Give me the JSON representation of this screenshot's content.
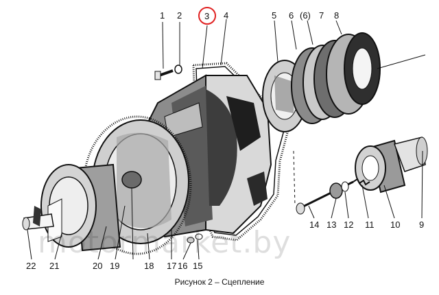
{
  "caption": "Рисунок 2 – Сцепление",
  "watermark": "motormarket.by",
  "highlight_color": "#e02020",
  "labels": {
    "l1": "1",
    "l2": "2",
    "l3": "3",
    "l4": "4",
    "l5": "5",
    "l6": "6",
    "l6b": "(6)",
    "l7": "7",
    "l8": "8",
    "l9": "9",
    "l10": "10",
    "l11": "11",
    "l12": "12",
    "l13": "13",
    "l14": "14",
    "l15": "15",
    "l16": "16",
    "l17": "17",
    "l18": "18",
    "l19": "19",
    "l20": "20",
    "l21": "21",
    "l22": "22"
  }
}
